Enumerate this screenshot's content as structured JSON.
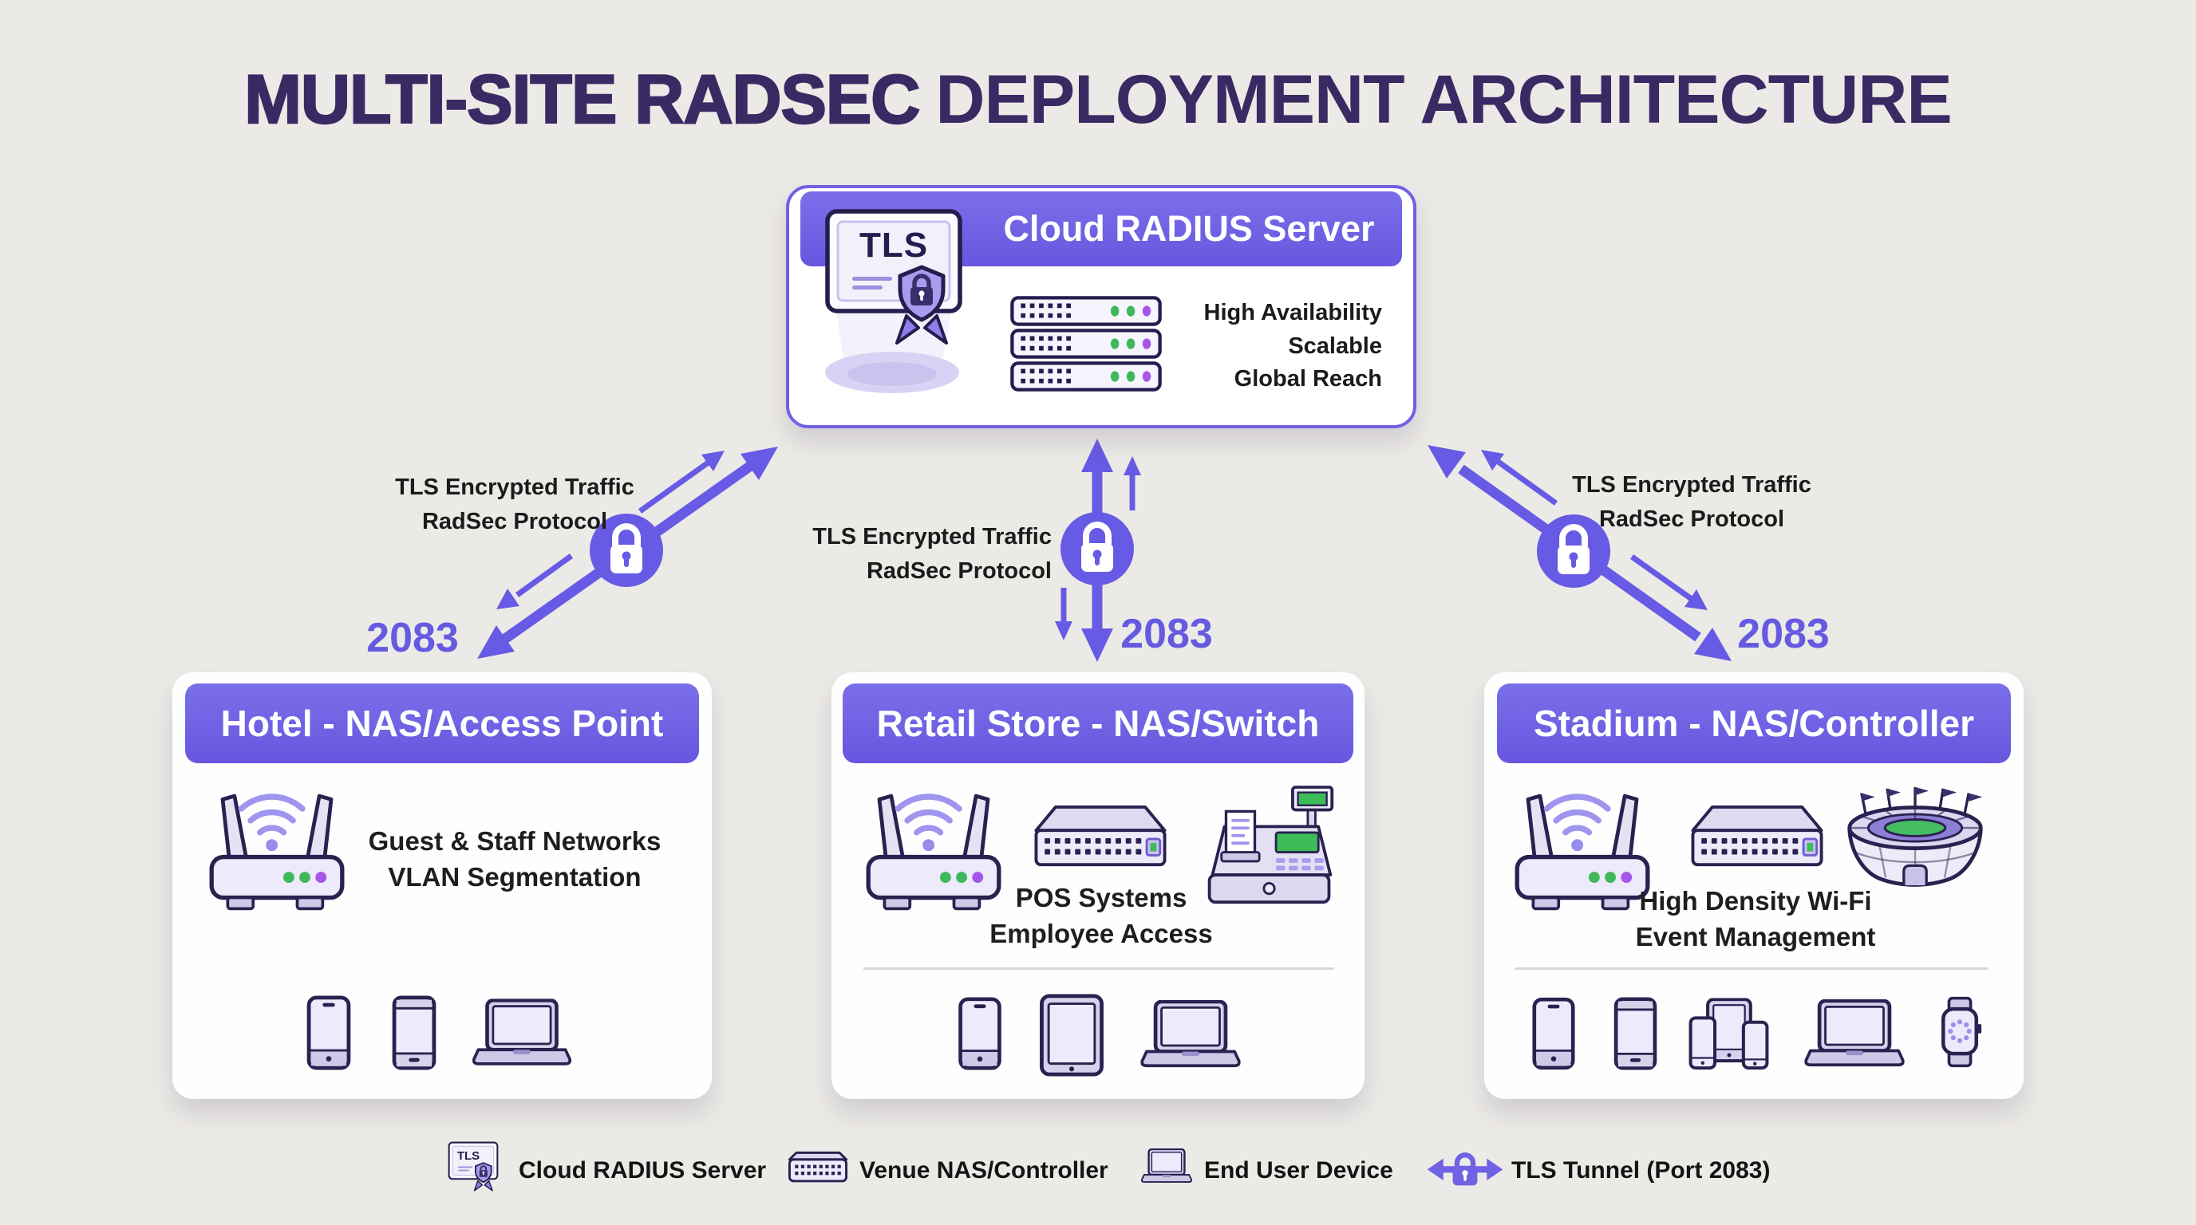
{
  "title": {
    "strong": "MULTI-SITE RADSEC",
    "light": "DEPLOYMENT ARCHITECTURE"
  },
  "cloud": {
    "title": "Cloud RADIUS Server",
    "cert_label": "TLS",
    "features": {
      "f1": "High Availability",
      "f2": "Scalable",
      "f3": "Global Reach"
    }
  },
  "connections": {
    "left": {
      "line1": "TLS Encrypted Traffic",
      "line2": "RadSec Protocol",
      "port": "2083"
    },
    "middle": {
      "line1": "TLS Encrypted Traffic",
      "line2": "RadSec Protocol",
      "port": "2083"
    },
    "right": {
      "line1": "TLS Encrypted Traffic",
      "line2": "RadSec Protocol",
      "port": "2083"
    }
  },
  "sites": {
    "hotel": {
      "title": "Hotel - NAS/Access Point",
      "line1": "Guest & Staff Networks",
      "line2": "VLAN Segmentation"
    },
    "retail": {
      "title": "Retail Store - NAS/Switch",
      "line1": "POS Systems",
      "line2": "Employee Access"
    },
    "stadium": {
      "title": "Stadium - NAS/Controller",
      "line1": "High Density Wi-Fi",
      "line2": "Event Management"
    }
  },
  "legend": {
    "cert_label": "TLS",
    "items": {
      "cloud": "Cloud RADIUS Server",
      "nas": "Venue NAS/Controller",
      "device": "End User Device",
      "tunnel": "TLS Tunnel (Port 2083)"
    }
  },
  "colors": {
    "background": "#ECEAE6",
    "accent_purple": "#6F62E3",
    "header_purple": "#7164E3",
    "icon_ink": "#2B2150",
    "status_green": "#41B75C",
    "status_purple": "#A556E8",
    "title_ink": "#3A2A63",
    "port_text": "#655AE0",
    "field_green": "#45BD63"
  }
}
